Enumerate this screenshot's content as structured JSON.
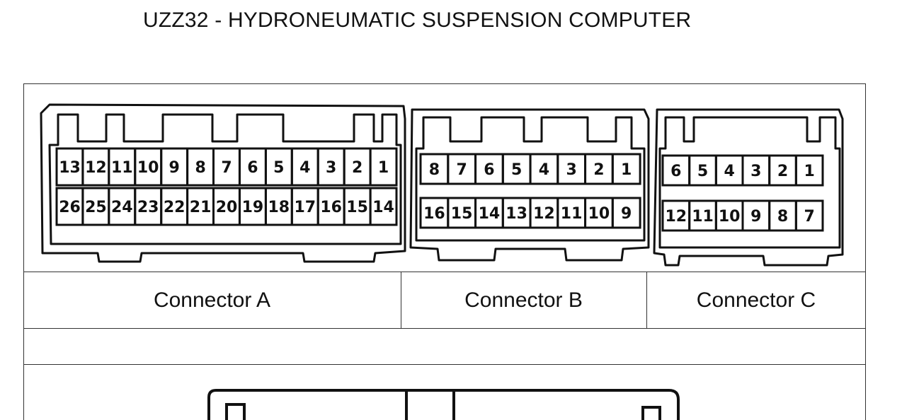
{
  "page": {
    "title": "UZZ32 - HYDRONEUMATIC SUSPENSION COMPUTER"
  },
  "connectors": [
    {
      "name": "Connector A",
      "top_pins": [
        "13",
        "12",
        "11",
        "10",
        "9",
        "8",
        "7",
        "6",
        "5",
        "4",
        "3",
        "2",
        "1"
      ],
      "bottom_pins": [
        "26",
        "25",
        "24",
        "23",
        "22",
        "21",
        "20",
        "19",
        "18",
        "17",
        "16",
        "15",
        "14"
      ]
    },
    {
      "name": "Connector B",
      "top_pins": [
        "8",
        "7",
        "6",
        "5",
        "4",
        "3",
        "2",
        "1"
      ],
      "bottom_pins": [
        "16",
        "15",
        "14",
        "13",
        "12",
        "11",
        "10",
        "9"
      ]
    },
    {
      "name": "Connector C",
      "top_pins": [
        "6",
        "5",
        "4",
        "3",
        "2",
        "1"
      ],
      "bottom_pins": [
        "12",
        "11",
        "10",
        "9",
        "8",
        "7"
      ]
    }
  ]
}
